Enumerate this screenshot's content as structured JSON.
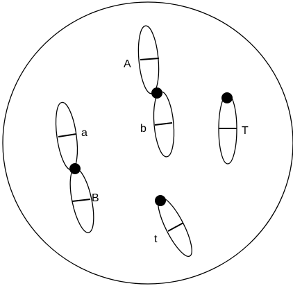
{
  "colors": {
    "stroke": "#000000",
    "fill": "#000000",
    "background": "#ffffff"
  },
  "cell": {
    "label": ""
  },
  "chromosomes": [
    {
      "id": "pair-A-b",
      "upper_gene": "A",
      "lower_gene": "b"
    },
    {
      "id": "pair-a-B",
      "upper_gene": "a",
      "lower_gene": "B"
    },
    {
      "id": "single-T",
      "gene": "T"
    },
    {
      "id": "single-t",
      "gene": "t"
    }
  ]
}
